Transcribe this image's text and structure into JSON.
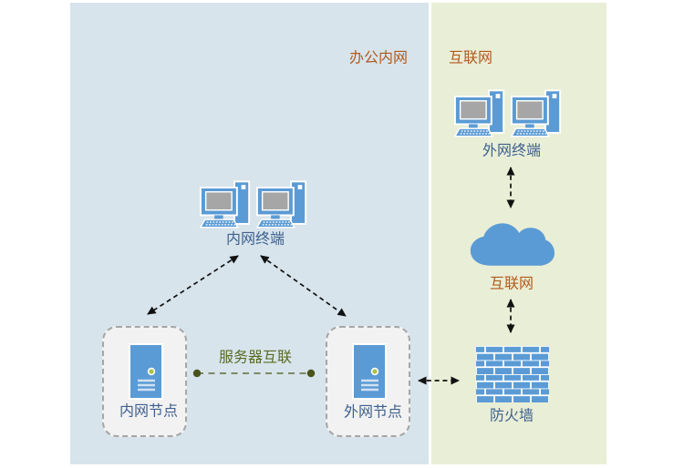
{
  "zones": {
    "intranet": {
      "label": "办公内网"
    },
    "internet": {
      "label": "互联网"
    }
  },
  "nodes": {
    "intranet_terminal": {
      "label": "内网终端",
      "icon": "desktop-computers"
    },
    "external_terminal": {
      "label": "外网终端",
      "icon": "desktop-computers"
    },
    "intranet_node": {
      "label": "内网节点",
      "icon": "server-tower"
    },
    "external_node": {
      "label": "外网节点",
      "icon": "server-tower"
    },
    "internet_cloud": {
      "label": "互联网",
      "icon": "cloud"
    },
    "firewall": {
      "label": "防火墙",
      "icon": "brick-wall"
    }
  },
  "connections": {
    "server_interlink": {
      "label": "服务器互联",
      "style": "olive-dotted-line-with-dots"
    },
    "terminal_to_intranet_node": {
      "style": "black-dashed-double-arrow"
    },
    "terminal_to_external_node": {
      "style": "black-dashed-double-arrow"
    },
    "external_terminal_to_cloud": {
      "style": "black-dashed-double-arrow"
    },
    "cloud_to_firewall": {
      "style": "black-dashed-double-arrow"
    },
    "external_node_to_firewall": {
      "style": "black-dashed-double-arrow"
    }
  },
  "colors": {
    "intranet_zone_bg": "#d7e4ec",
    "internet_zone_bg": "#e9eed6",
    "zone_label": "#b25a1d",
    "node_label": "#3f618f",
    "interlink_label": "#5a6b21",
    "interlink_dash": "#7c8960",
    "interlink_dot": "#49541c",
    "icon_blue": "#5b9bd5",
    "screen_gray": "#a6a6a6",
    "accent_green": "#a9c23f",
    "box_fill": "#f2f2f2",
    "box_border": "#a6a6a6",
    "arrow_black": "#111111"
  }
}
